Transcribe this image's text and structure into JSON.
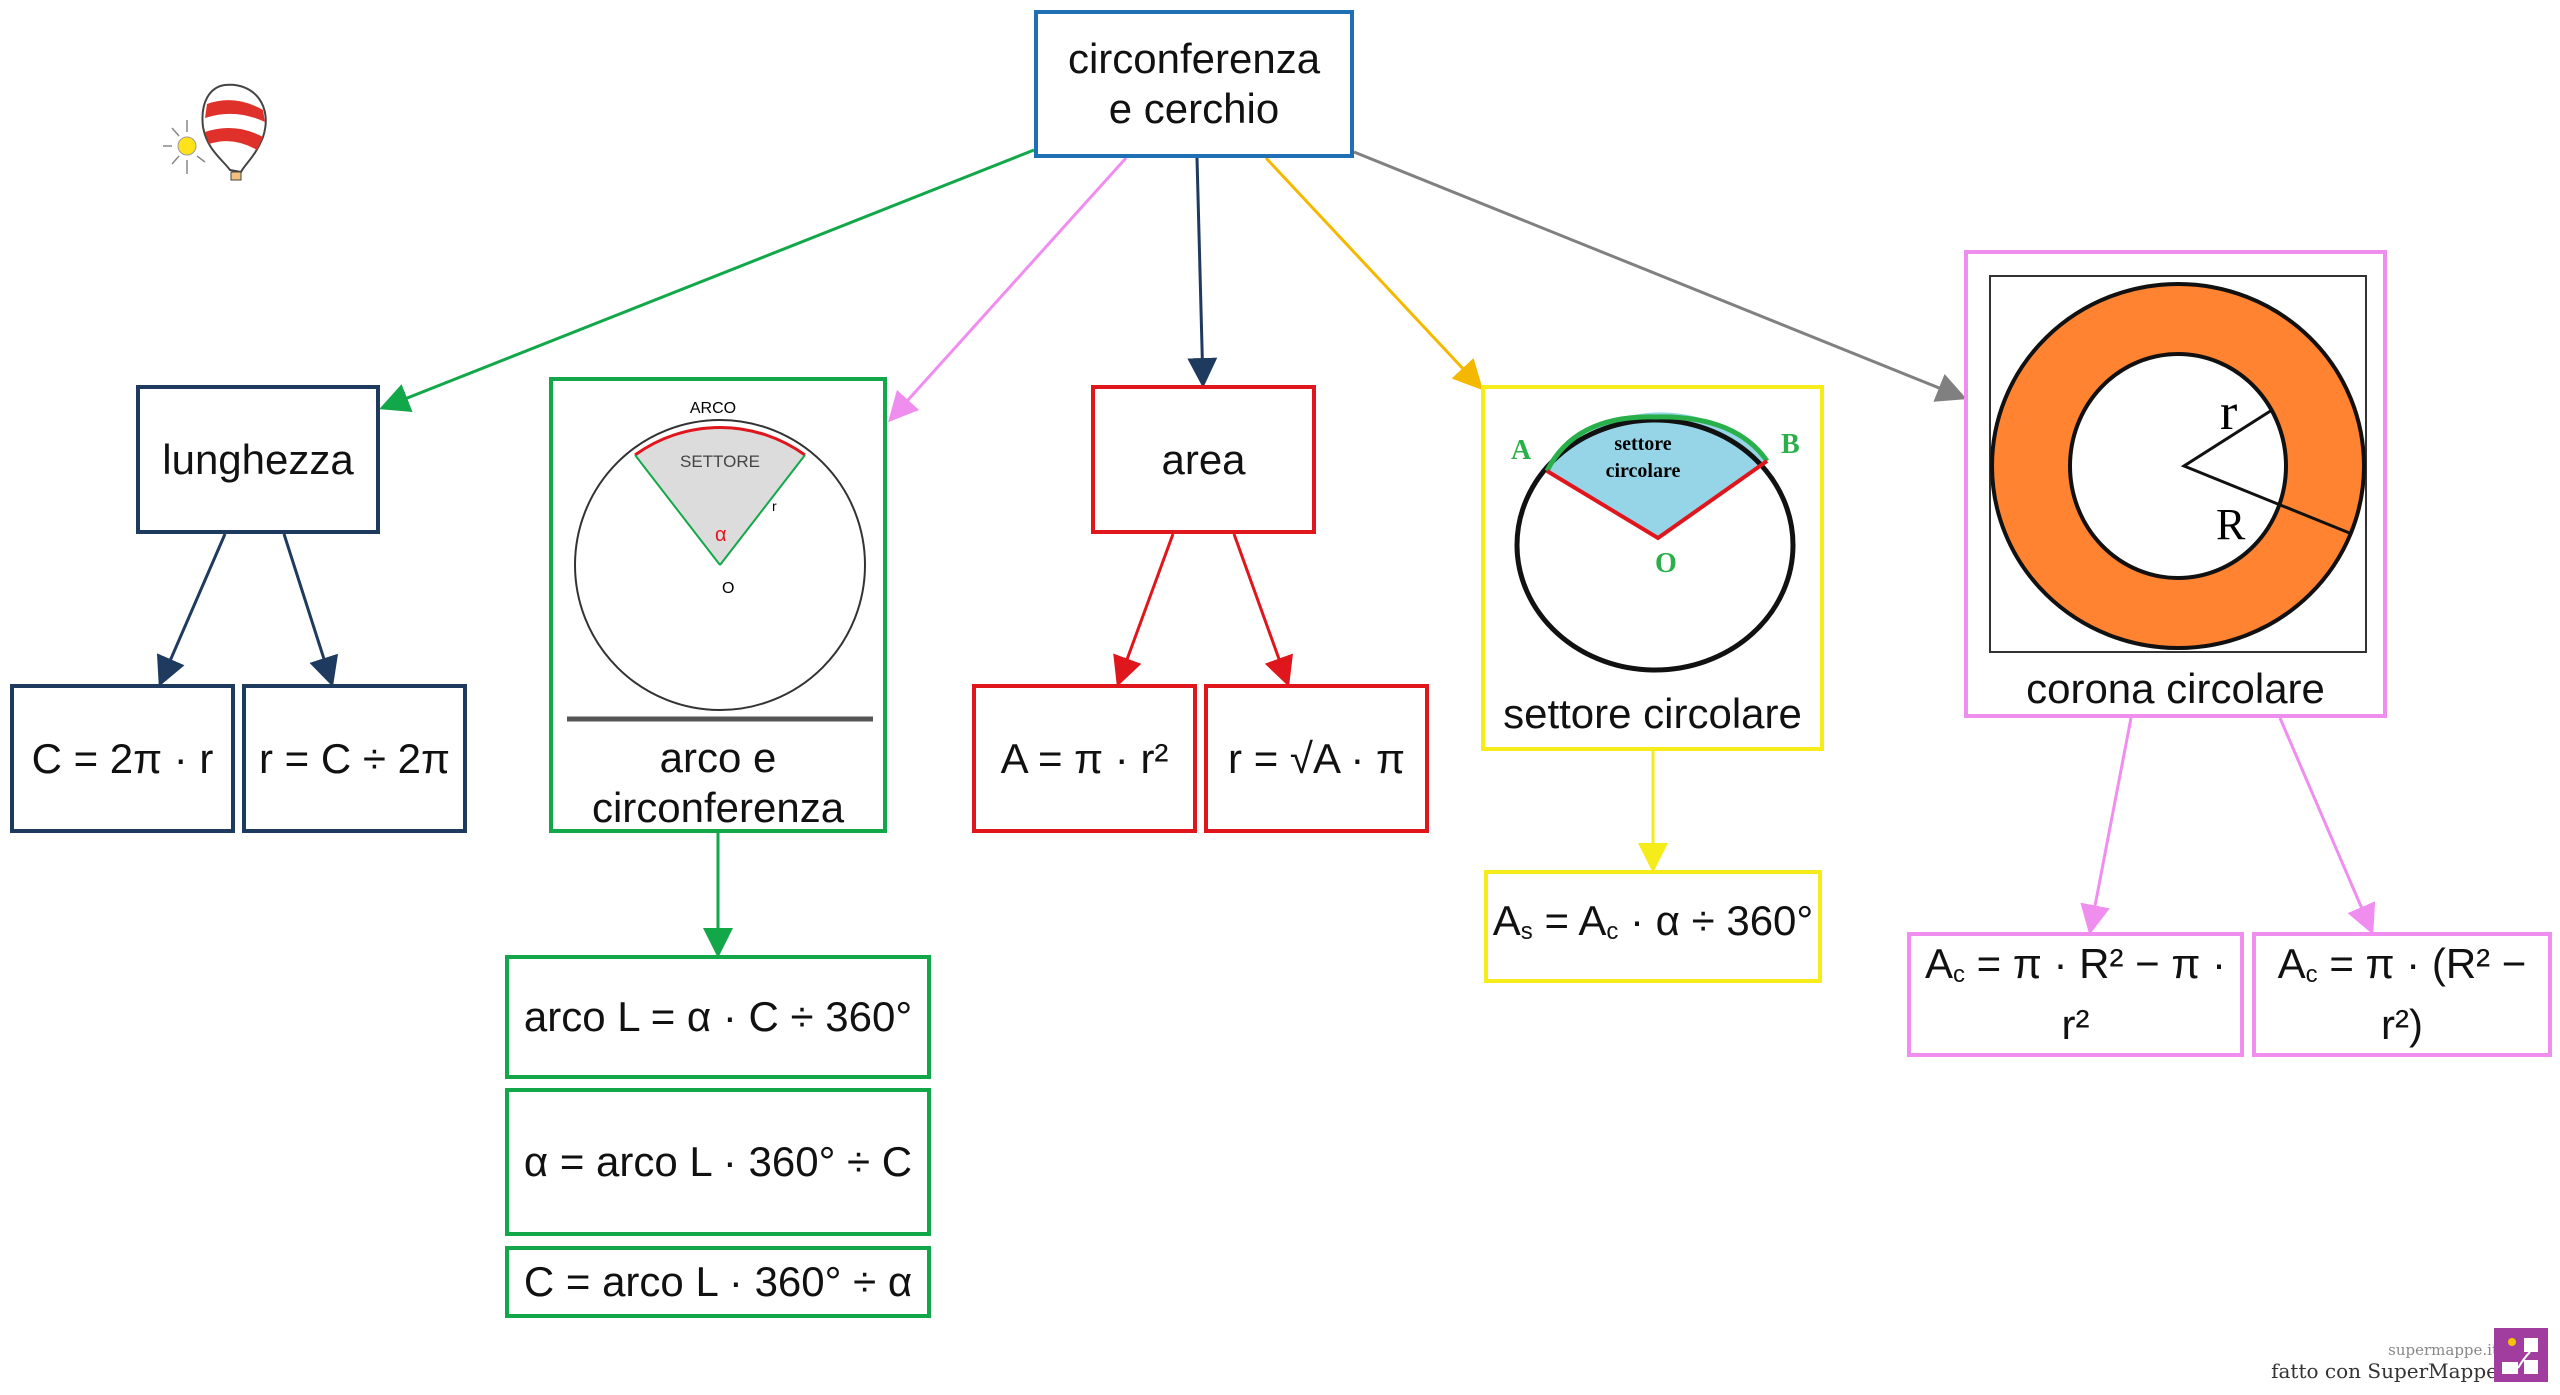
{
  "root": {
    "line1": "circonferenza",
    "line2": "e cerchio"
  },
  "lunghezza": {
    "label": "lunghezza",
    "formula1": "C = 2π · r",
    "formula2": "r = C ÷ 2π"
  },
  "arco": {
    "label_line1": "arco e",
    "label_line2": "circonferenza",
    "fig_arco": "ARCO",
    "fig_settore": "SETTORE",
    "fig_alpha": "α",
    "fig_r": "r",
    "fig_o": "O",
    "formula1": "arco  L = α · C ÷ 360°",
    "formula2": "α = arco  L · 360° ÷ C",
    "formula3": "C = arco  L · 360° ÷ α"
  },
  "area": {
    "label": "area",
    "formula1": "A = π · r²",
    "formula2": "r = √A · π"
  },
  "settore": {
    "label": "settore circolare",
    "fig_text1": "settore",
    "fig_text2": "circolare",
    "fig_a": "A",
    "fig_b": "B",
    "fig_o": "O",
    "formula_a": "A",
    "formula_s": "s",
    "formula_mid": " = A",
    "formula_c": "c",
    "formula_rest": " · α ÷ 360°"
  },
  "corona": {
    "label": "corona circolare",
    "fig_r": "r",
    "fig_R": "R",
    "f1_a": "A",
    "f1_c": "c",
    "f1_rest": " = π · R² − π · r²",
    "f2_a": "A",
    "f2_c": "c",
    "f2_rest": " = π · (R² − r²)"
  },
  "footer": {
    "site": "supermappe.it",
    "made_with": "fatto con SuperMappe"
  },
  "colors": {
    "root": "#1f6fb5",
    "navy": "#1f3a5f",
    "green": "#12a84a",
    "red": "#e0161d",
    "yellow": "#f5ec1a",
    "pink": "#f08ef0",
    "gray": "#808080",
    "orange": "#ff8330",
    "logo": "#a23da0"
  }
}
